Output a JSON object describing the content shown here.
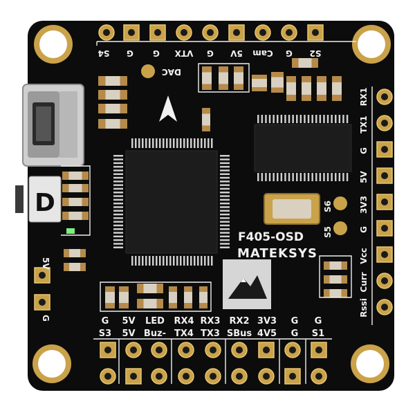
{
  "board": {
    "model_label": "F405-OSD",
    "brand_label": "MATEKSYS",
    "usb_letter": "D",
    "dac_label": "DAC",
    "colors": {
      "pcb": "#0c0c0c",
      "gold": "#caa24a",
      "silkscreen": "#f2f2f2"
    }
  },
  "top_labels": [
    "S4",
    "G",
    "G",
    "VTX",
    "G",
    "5V",
    "Cam",
    "G",
    "S2"
  ],
  "right_labels": [
    "RX1",
    "TX1",
    "G",
    "5V",
    "3V3",
    "G",
    "Vcc",
    "Curr",
    "Rssi"
  ],
  "left_labels": [
    "5V",
    "G"
  ],
  "mid_labels": [
    "S5",
    "S6"
  ],
  "bottom_row1": [
    "G",
    "5V",
    "LED",
    "RX4",
    "RX3",
    "RX2",
    "3V3",
    "G",
    "G"
  ],
  "bottom_row2": [
    "S3",
    "5V",
    "Buz-",
    "TX4",
    "TX3",
    "SBus",
    "4V5",
    "G",
    "S1"
  ]
}
